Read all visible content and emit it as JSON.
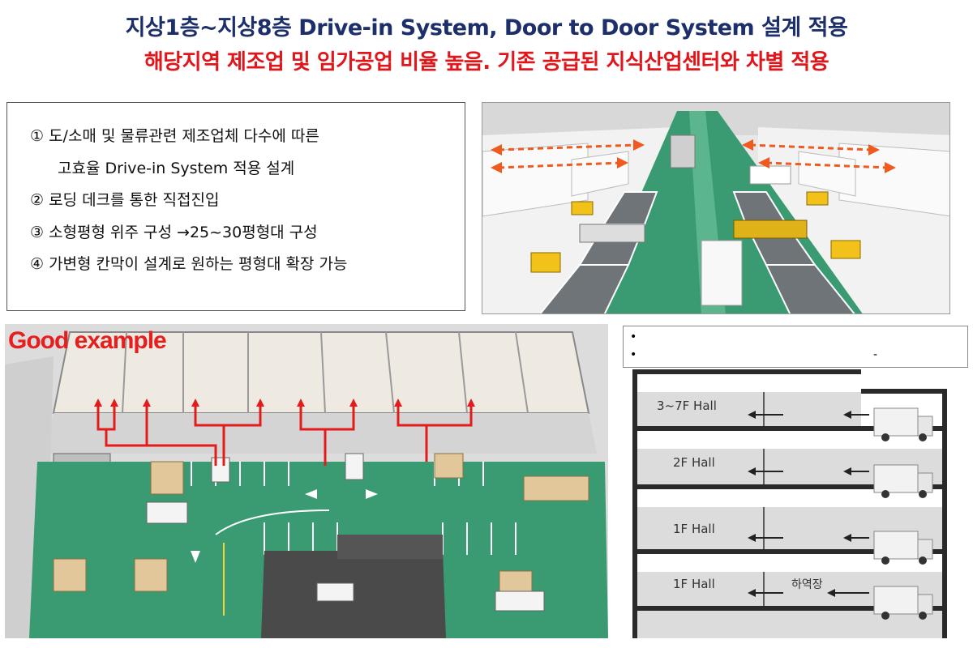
{
  "header": {
    "title": "지상1층~지상8층 Drive-in System, Door to Door System 설계 적용",
    "subtitle": "해당지역 제조업 및 임가공업 비율 높음. 기존 공급된 지식산업센터와 차별 적용"
  },
  "features": {
    "line1": "① 도/소매 및 물류관련 제조업체 다수에 따른",
    "line1b": "고효율 Drive-in System 적용 설계",
    "line2": "② 로딩 데크를 통한 직접진입",
    "line3": "③ 소형평형 위주 구성 →25~30평형대 구성",
    "line4": "④ 가변형 칸막이 설계로 원하는 평형대 확장 가능"
  },
  "example": {
    "label": "Good example"
  },
  "notes": {
    "bullet1": "•",
    "bullet2": "•",
    "mark": "-"
  },
  "section_diagram": {
    "floors": [
      "3~7F Hall",
      "2F Hall",
      "1F Hall",
      "1F Hall"
    ],
    "loading_dock": "하역장"
  },
  "colors": {
    "title": "#1d2f6b",
    "subtitle": "#e0161b",
    "floor_green": "#3a9b72",
    "arrow_orange": "#f05a1e",
    "arrow_red": "#e31b1b"
  }
}
